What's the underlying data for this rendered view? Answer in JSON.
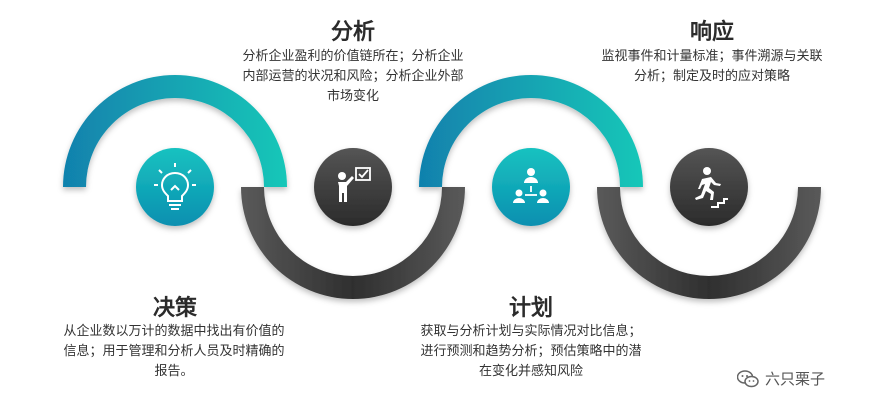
{
  "stages": [
    {
      "id": "decision",
      "title": "决策",
      "icon": "lightbulb-icon",
      "desc_lines": [
        "从企业数以万计的数据中找出有价值的",
        "信息；用于管理和分析人员及时精确的",
        "报告。"
      ]
    },
    {
      "id": "analysis",
      "title": "分析",
      "icon": "presenter-checklist-icon",
      "desc_lines": [
        "分析企业盈利的价值链所在；分析企业",
        "内部运营的状况和风险；分析企业外部",
        "市场变化"
      ]
    },
    {
      "id": "plan",
      "title": "计划",
      "icon": "team-network-icon",
      "desc_lines": [
        "获取与分析计划与实际情况对比信息；",
        "进行预测和趋势分析；预估策略中的潜",
        "在变化并感知风险"
      ]
    },
    {
      "id": "response",
      "title": "响应",
      "icon": "running-stairs-icon",
      "desc_lines": [
        "监视事件和计量标准；事件溯源与关联",
        "分析；制定及时的应对策略"
      ]
    }
  ],
  "watermark": {
    "text": "六只栗子",
    "icon": "wechat-icon"
  },
  "colors": {
    "teal": "#13b5b1",
    "teal_dark": "#0f7ea6",
    "gray_dark": "#3b3b3b",
    "gray_mid": "#7a7a7a"
  }
}
